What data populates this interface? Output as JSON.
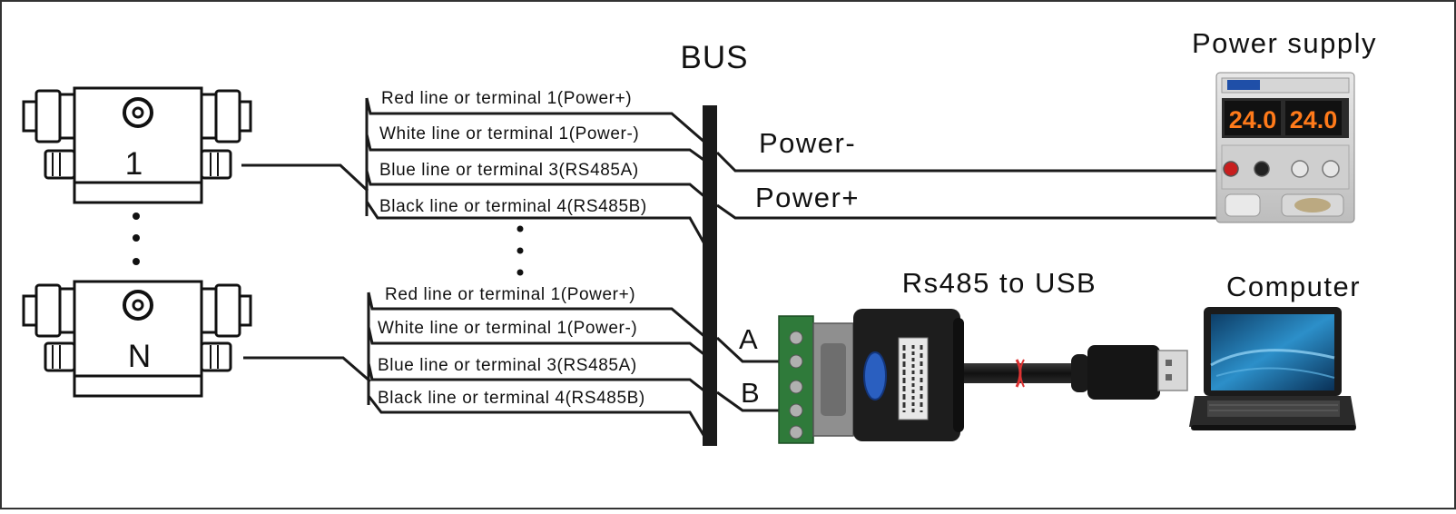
{
  "diagram": {
    "bus_label": "BUS",
    "devices": [
      {
        "label": "1",
        "dot_separator": true
      },
      {
        "label": "N"
      }
    ],
    "wire_groups": [
      {
        "labels": [
          "Red line or terminal 1(Power+)",
          "White line or terminal 1(Power-)",
          "Blue line or terminal 3(RS485A)",
          "Black line or terminal 4(RS485B)"
        ]
      },
      {
        "labels": [
          "Red line or terminal 1(Power+)",
          "White line or terminal 1(Power-)",
          "Blue line or terminal 3(RS485A)",
          "Black line or terminal 4(RS485B)"
        ]
      }
    ],
    "power_minus_label": "Power-",
    "power_plus_label": "Power+",
    "power_supply": {
      "title": "Power supply",
      "display_left": "24.0",
      "display_right": "24.0"
    },
    "converter": {
      "title": "Rs485 to USB",
      "pin_a": "A",
      "pin_b": "B"
    },
    "computer": {
      "title": "Computer"
    },
    "colors": {
      "wire": "#1a1a1a",
      "terminal_green": "#2f7a3a",
      "display_digits": "#ff7a1a",
      "laptop_screen": "#2c8fc9"
    }
  }
}
